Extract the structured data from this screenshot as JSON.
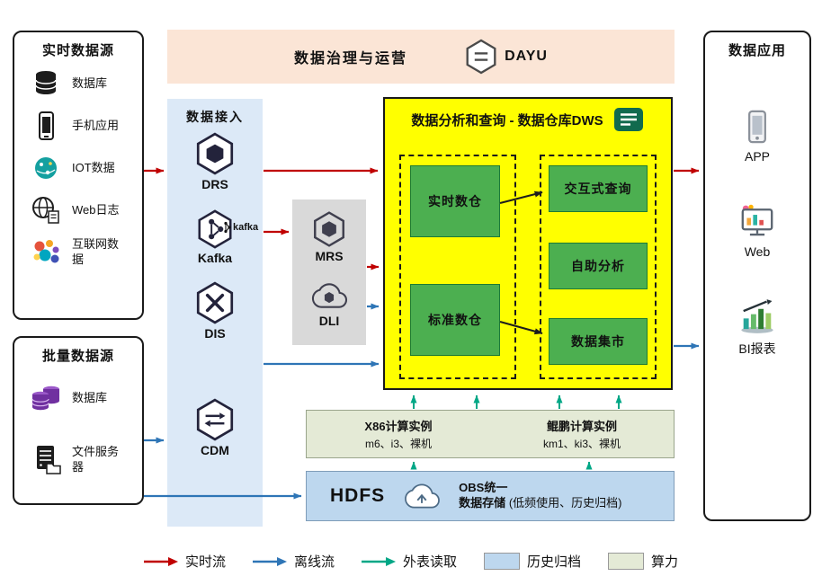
{
  "governance": {
    "title": "数据治理与运营",
    "logo": "DAYU"
  },
  "realtime_sources": {
    "title": "实时数据源",
    "items": [
      {
        "icon": "database-icon",
        "label": "数据库"
      },
      {
        "icon": "phone-icon",
        "label": "手机应用"
      },
      {
        "icon": "iot-icon",
        "label": "IOT数据"
      },
      {
        "icon": "globe-document-icon",
        "label": "Web日志"
      },
      {
        "icon": "internet-cluster-icon",
        "label": "互联网数据"
      }
    ]
  },
  "batch_sources": {
    "title": "批量数据源",
    "items": [
      {
        "icon": "database-purple-icon",
        "label": "数据库"
      },
      {
        "icon": "file-server-icon",
        "label": "文件服务器"
      }
    ]
  },
  "ingestion": {
    "title": "数据接入",
    "services": [
      {
        "name": "DRS"
      },
      {
        "name": "Kafka",
        "badge": "kafka"
      },
      {
        "name": "DIS"
      },
      {
        "name": "CDM"
      }
    ]
  },
  "processing": {
    "services": [
      {
        "name": "MRS"
      },
      {
        "name": "DLI"
      }
    ]
  },
  "dws": {
    "title": "数据分析和查询 - 数据仓库DWS",
    "warehouses": [
      "实时数仓",
      "标准数仓"
    ],
    "consumers": [
      "交互式查询",
      "自助分析",
      "数据集市"
    ]
  },
  "compute": {
    "x86": {
      "title": "X86计算实例",
      "spec": "m6、i3、裸机"
    },
    "kunpeng": {
      "title": "鲲鹏计算实例",
      "spec": "km1、ki3、裸机"
    }
  },
  "storage": {
    "hdfs": "HDFS",
    "obs_line1": "OBS统一",
    "obs_line2": "数据存储",
    "note": "(低频使用、历史归档)"
  },
  "apps": {
    "title": "数据应用",
    "items": [
      {
        "icon": "app-phone-icon",
        "label": "APP"
      },
      {
        "icon": "web-monitor-icon",
        "label": "Web"
      },
      {
        "icon": "bi-chart-icon",
        "label": "BI报表"
      }
    ]
  },
  "legend": {
    "items": [
      {
        "label": "实时流",
        "kind": "arrow",
        "color": "#C00000"
      },
      {
        "label": "离线流",
        "kind": "arrow",
        "color": "#2E75B6"
      },
      {
        "label": "外表读取",
        "kind": "arrow",
        "color": "#00A786"
      },
      {
        "label": "历史归档",
        "kind": "swatch",
        "color": "#BDD7EE"
      },
      {
        "label": "算力",
        "kind": "swatch",
        "color": "#E4EAD6"
      }
    ]
  }
}
